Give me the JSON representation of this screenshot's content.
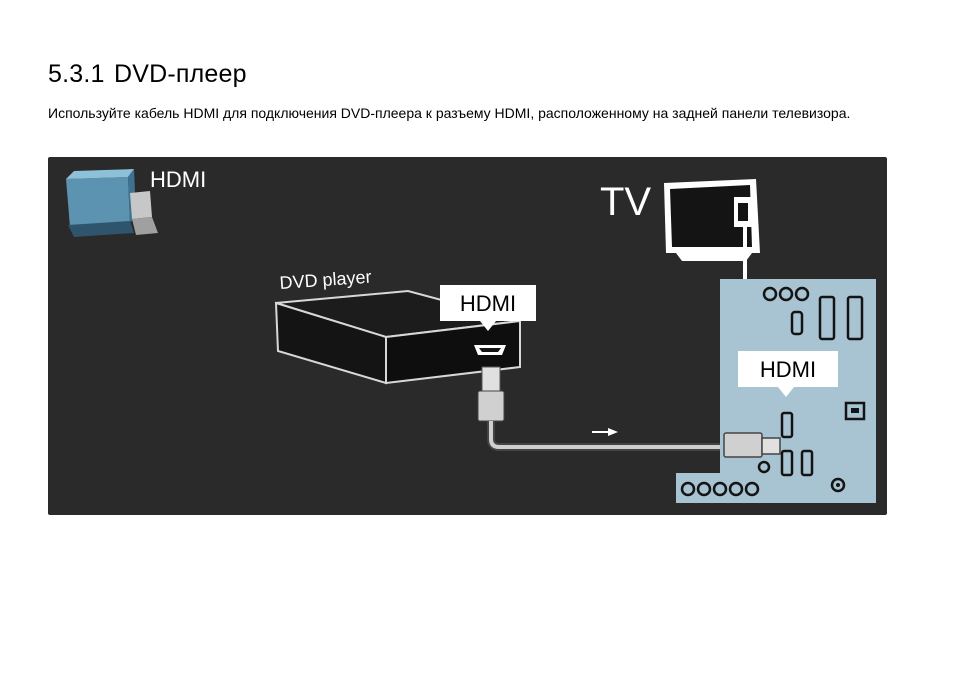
{
  "heading": {
    "number": "5.3.1",
    "title": "DVD-плеер"
  },
  "description": "Используйте кабель HDMI для подключения DVD-плеера к разъему HDMI, расположенному на задней панели телевизора.",
  "figure": {
    "hdmi_legend_label": "HDMI",
    "tv_label": "TV",
    "dvd_label": "DVD player",
    "dvd_port_label": "HDMI",
    "tv_port_label": "HDMI",
    "colors": {
      "background": "#2a2a2a",
      "panel": "#a8c4d2",
      "device": "#141414",
      "cable": "#c8c8c8",
      "callout": "#ffffff"
    }
  }
}
